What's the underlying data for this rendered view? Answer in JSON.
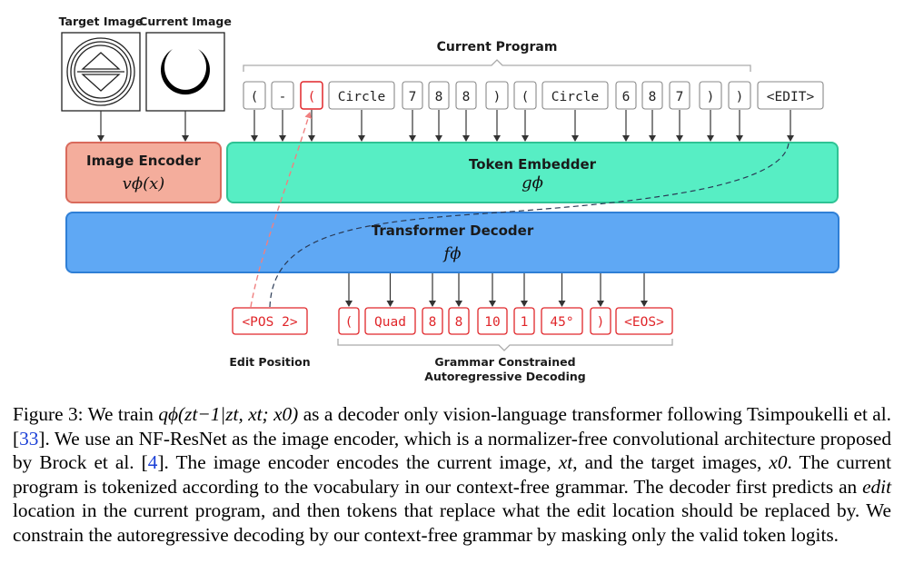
{
  "figure": {
    "target_image_label": "Target Image",
    "current_image_label": "Current Image",
    "current_program_label": "Current Program",
    "program_tokens": [
      "(",
      "-",
      "(",
      "Circle",
      "7",
      "8",
      "8",
      ")",
      "(",
      "Circle",
      "6",
      "8",
      "7",
      ")",
      ")",
      "<EDIT>"
    ],
    "highlighted_token_index": 2,
    "image_encoder": {
      "title": "Image Encoder",
      "formula": "vϕ(x)"
    },
    "token_embedder": {
      "title": "Token Embedder",
      "formula": "gϕ"
    },
    "transformer_decoder": {
      "title": "Transformer Decoder",
      "formula": "fϕ"
    },
    "edit_position_token": "<POS 2>",
    "edit_position_label": "Edit Position",
    "output_tokens": [
      "(",
      "Quad",
      "8",
      "8",
      "10",
      "1",
      "45°",
      ")",
      "<EOS>"
    ],
    "decoding_label_line1": "Grammar Constrained",
    "decoding_label_line2": "Autoregressive Decoding",
    "colors": {
      "image_encoder_fill": "#f4ad9c",
      "token_embedder_fill": "#57eec4",
      "decoder_fill": "#5fa8f4",
      "accent_red": "#e0262a"
    }
  },
  "caption": {
    "fig_label": "Figure 3:",
    "t1": " We train ",
    "m_q": "qϕ(zt−1|zt, xt; x0)",
    "t2": " as a decoder only vision-language transformer following Tsimpoukelli et al. [",
    "ref1": "33",
    "t3": "]. We use an NF-ResNet as the image encoder, which is a normalizer-free convolutional architecture proposed by Brock et al. [",
    "ref2": "4",
    "t4": "]. The image encoder encodes the current image, ",
    "m_xt": "xt",
    "t5": ", and the target images, ",
    "m_x0": "x0",
    "t6": ". The current program is tokenized according to the vocabulary in our context-free grammar. The decoder first predicts an ",
    "edit_word": "edit",
    "t7": " location in the current program, and then tokens that replace what the edit location should be replaced by. We constrain the autoregressive decoding by our context-free grammar by masking only the valid token logits."
  }
}
